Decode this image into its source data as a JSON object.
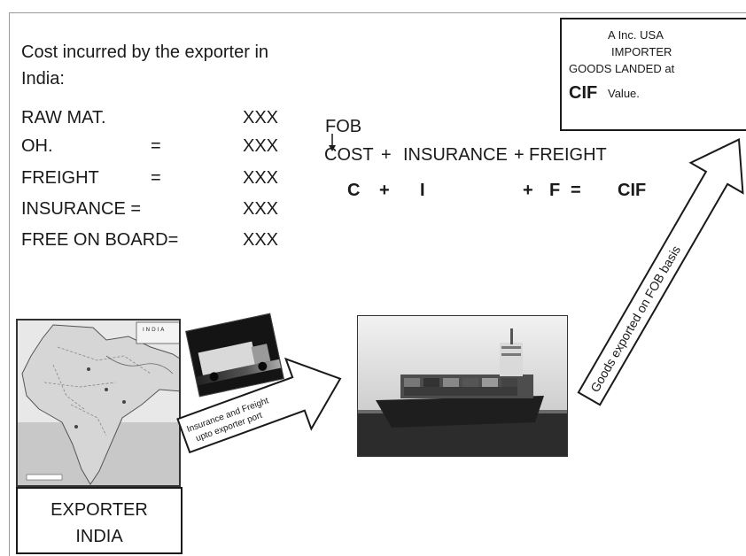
{
  "cost_panel": {
    "title_line1": "Cost incurred by the exporter in",
    "title_line2": "India:",
    "rows": [
      {
        "label": "RAW MAT.",
        "eq": "",
        "value": "XXX"
      },
      {
        "label": "OH.",
        "eq": "=",
        "value": "XXX"
      },
      {
        "label": "FREIGHT",
        "eq": "=",
        "value": "XXX"
      },
      {
        "label": "INSURANCE =",
        "eq": "",
        "value": "XXX"
      },
      {
        "label": "FREE ON BOARD=",
        "eq": "",
        "value": "XXX"
      }
    ]
  },
  "formula": {
    "fob": "FOB",
    "line1": {
      "cost": "COST",
      "plus1": "+",
      "insurance": "INSURANCE",
      "plus2": "+",
      "freight": "FREIGHT"
    },
    "line2": {
      "c": "C",
      "plus1": "+",
      "i": "I",
      "plus2": "+",
      "f": "F",
      "eq": "=",
      "cif": "CIF"
    }
  },
  "importer": {
    "line1": "A Inc.  USA",
    "line2": "IMPORTER",
    "line3": "GOODS  LANDED  at",
    "cif": "CIF",
    "value": "Value."
  },
  "arrow_insurance_freight": {
    "line1": "Insurance and Freight",
    "line2": "upto exporter port"
  },
  "arrow_fob": {
    "text": "Goods exported on FOB basis"
  },
  "exporter": {
    "line1": "EXPORTER",
    "line2": "INDIA"
  },
  "map_legend": {
    "text": "I N D I A"
  },
  "icons": [
    "map-of-india",
    "truck-photo",
    "container-ship-photo",
    "down-arrow"
  ]
}
